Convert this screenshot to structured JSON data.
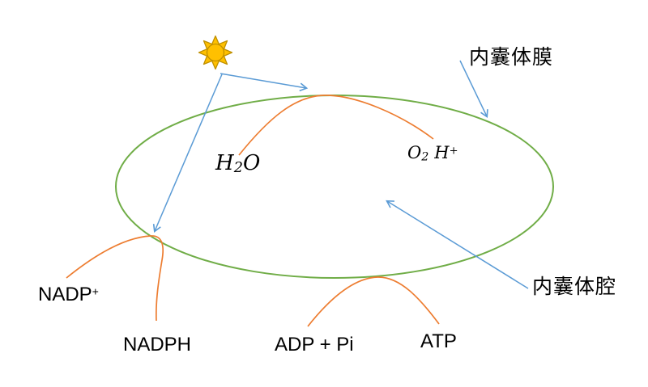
{
  "diagram": {
    "type": "photosynthesis-light-reaction-thylakoid",
    "labels": {
      "membrane": "内囊体膜",
      "lumen": "内囊体腔",
      "water": {
        "h": "H",
        "sub": "2",
        "o": "O"
      },
      "oxygen_hydrogen": {
        "o": "O",
        "o_sub": "2",
        "h": "H",
        "h_sup": "+"
      },
      "nadp_plus": {
        "base": "NADP",
        "sup": "+"
      },
      "nadph": "NADPH",
      "adp_pi": "ADP + Pi",
      "atp": "ATP"
    },
    "icons": {
      "sun": "sun-icon"
    },
    "colors": {
      "membrane_green": "#70AD47",
      "reaction_orange": "#ED7D31",
      "arrow_blue": "#5B9BD5",
      "sun_fill": "#FFC000",
      "sun_outline": "#BF8F00",
      "text": "#000000",
      "background": "#FFFFFF"
    }
  }
}
